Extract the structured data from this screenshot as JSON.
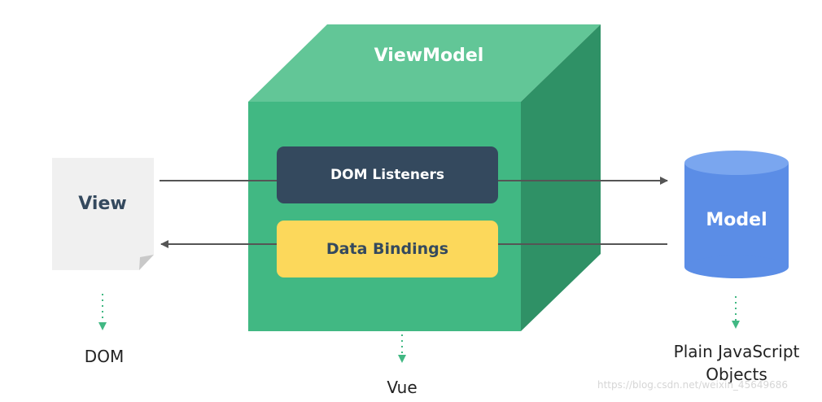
{
  "colors": {
    "cube_front": "#41b883",
    "cube_top": "#62c697",
    "cube_side": "#2f9166",
    "listeners_box": "#34495e",
    "bindings_box": "#fcd85b",
    "model_cylinder": "#5b8de6",
    "model_cylinder_top": "#7aa6ef",
    "view_page": "#f0f0f0",
    "arrow": "#555555",
    "dotted_arrow": "#41b883"
  },
  "diagram": {
    "cube_label": "ViewModel",
    "dom_listeners": "DOM Listeners",
    "data_bindings": "Data Bindings",
    "view_label": "View",
    "model_label": "Model",
    "caption_dom": "DOM",
    "caption_vue": "Vue",
    "caption_objects_line1": "Plain JavaScript",
    "caption_objects_line2": "Objects"
  },
  "watermark": "https://blog.csdn.net/weixin_45649686"
}
